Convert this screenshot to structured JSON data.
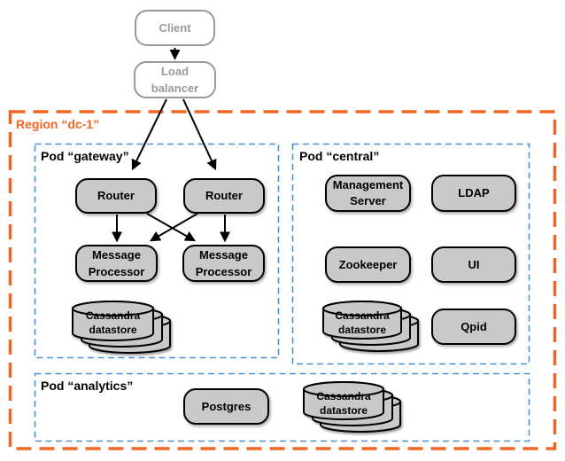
{
  "external": {
    "client": "Client",
    "load_balancer": "Load balancer"
  },
  "region": {
    "label": "Region “dc-1”",
    "pods": {
      "gateway": {
        "label": "Pod “gateway”",
        "nodes": {
          "router_1": "Router",
          "router_2": "Router",
          "message_processor_1": "Message Processor",
          "message_processor_2": "Message Processor",
          "cassandra_datastore": "Cassandra datastore"
        }
      },
      "central": {
        "label": "Pod “central”",
        "nodes": {
          "management_server": "Management Server",
          "ldap": "LDAP",
          "zookeeper": "Zookeeper",
          "ui": "UI",
          "cassandra_datastore": "Cassandra datastore",
          "qpid": "Qpid"
        }
      },
      "analytics": {
        "label": "Pod “analytics”",
        "nodes": {
          "postgres": "Postgres",
          "cassandra_datastore": "Cassandra datastore"
        }
      }
    }
  },
  "edges": [
    {
      "from": "client",
      "to": "load_balancer"
    },
    {
      "from": "load_balancer",
      "to": "router_1"
    },
    {
      "from": "load_balancer",
      "to": "router_2"
    },
    {
      "from": "router_1",
      "to": "message_processor_1"
    },
    {
      "from": "router_1",
      "to": "message_processor_2"
    },
    {
      "from": "router_2",
      "to": "message_processor_1"
    },
    {
      "from": "router_2",
      "to": "message_processor_2"
    }
  ],
  "colors": {
    "region_border": "#f26522",
    "pod_border": "#4a90d2",
    "node_fill": "#c9c9c9",
    "node_border": "#000000",
    "external_node_border": "#9a9a9a",
    "external_node_text": "#9a9a9a",
    "arrow": "#000000",
    "background": "#ffffff"
  }
}
